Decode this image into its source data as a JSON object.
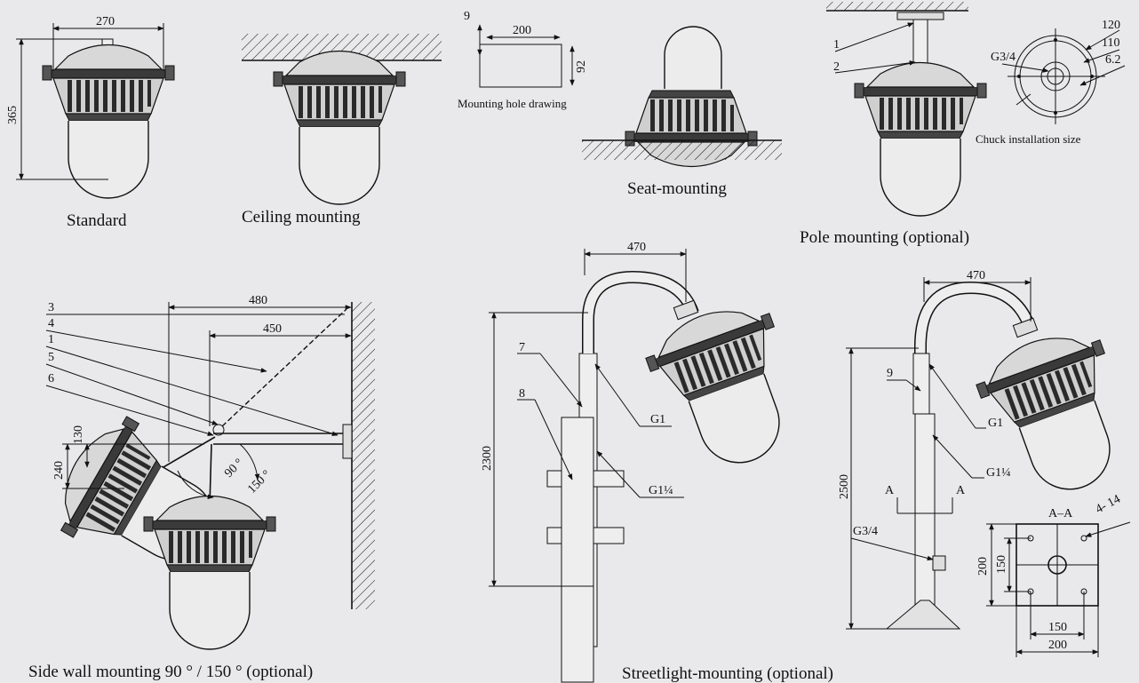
{
  "captions": {
    "standard": "Standard",
    "ceiling": "Ceiling mounting",
    "mounting_hole": "Mounting hole drawing",
    "seat": "Seat-mounting",
    "pole": "Pole mounting (optional)",
    "chuck": "Chuck installation size",
    "sidewall": "Side wall mounting 90 ° / 150 ° (optional)",
    "streetlight": "Streetlight-mounting (optional)"
  },
  "dims": {
    "std_width": "270",
    "std_height": "365",
    "hole_9": "9",
    "hole_200": "200",
    "hole_92": "92",
    "pole_1": "1",
    "pole_2": "2",
    "chuck_g34": "G3/4",
    "chuck_120": "120",
    "chuck_110": "110",
    "chuck_62": "6.2",
    "sw_480": "480",
    "sw_450": "450",
    "sw_3": "3",
    "sw_4": "4",
    "sw_1": "1",
    "sw_5": "5",
    "sw_6": "6",
    "sw_240": "240",
    "sw_130": "130",
    "sw_90": "90 °",
    "sw_150": "150 °",
    "sl1_470": "470",
    "sl1_7": "7",
    "sl1_8": "8",
    "sl1_2300": "2300",
    "sl1_g1": "G1",
    "sl1_g114": "G1¼",
    "sl2_470": "470",
    "sl2_9": "9",
    "sl2_g1": "G1",
    "sl2_g114": "G1¼",
    "sl2_2500": "2500",
    "sl2_a_left": "A",
    "sl2_a_right": "A",
    "sl2_g34": "G3/4",
    "aa_title": "A–A",
    "aa_holes": "4-  14",
    "aa_200v": "200",
    "aa_150v": "150",
    "aa_150h": "150",
    "aa_200h": "200"
  }
}
